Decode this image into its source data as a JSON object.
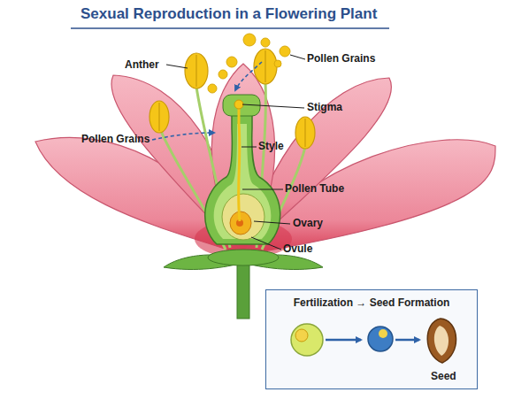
{
  "diagram": {
    "title": "Sexual Reproduction in a Flowering Plant",
    "nodes": [
      {
        "text": [
          "Fertilization → Seed Formation",
          "Seed"
        ]
      }
    ],
    "labels": [
      "Anther",
      "Pollen Grains",
      "Stigma",
      "Pollen Grains",
      "Style",
      "Pollen Tube",
      "Ovary",
      "Ovule"
    ]
  }
}
